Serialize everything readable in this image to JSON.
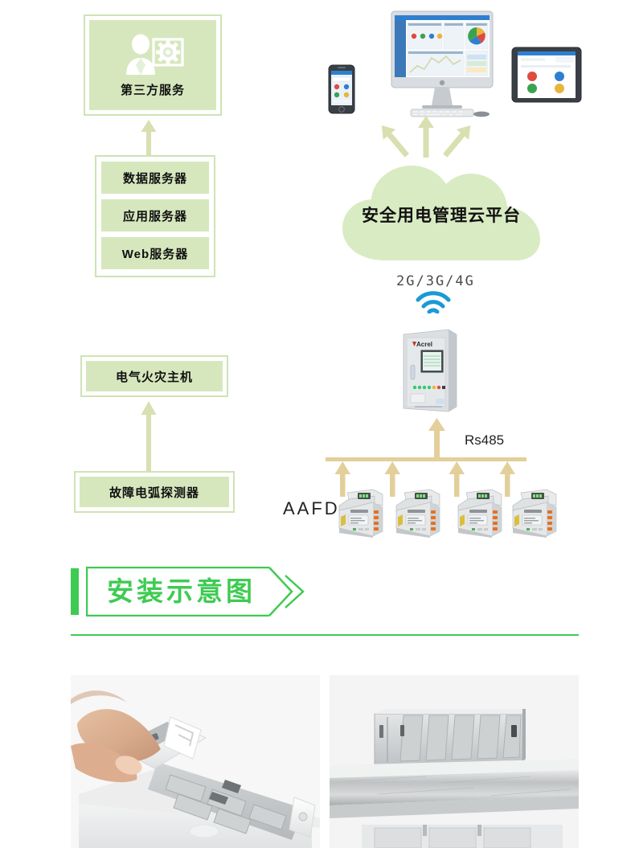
{
  "page": {
    "background": "#ffffff",
    "accent_green": "#3ecb52",
    "box_fill": "#d6e7bd",
    "box_border": "#cfe3b4",
    "arrow_color": "#d9dfb0",
    "bus_color": "#e3cf9a",
    "wifi_color": "#1a9ad6"
  },
  "diagram": {
    "third_party": {
      "label": "第三方服务",
      "icon": "person-with-gear-screen-icon"
    },
    "servers": [
      {
        "label": "数据服务器"
      },
      {
        "label": "应用服务器"
      },
      {
        "label": "Web服务器"
      }
    ],
    "fire_host": {
      "label": "电气火灾主机"
    },
    "arc_detector": {
      "label": "故障电弧探测器"
    },
    "cloud": {
      "label": "安全用电管理云平台",
      "icon": "cloud-shape"
    },
    "network": {
      "label": "2G/3G/4G",
      "icon": "wifi-icon"
    },
    "bus": {
      "label": "Rs485"
    },
    "devices_label": "AAFD",
    "device_count": 4,
    "cabinet": {
      "brand": "Acrel",
      "icon": "control-cabinet-icon"
    },
    "terminals": [
      {
        "icon": "smartphone-icon",
        "name": "smartphone"
      },
      {
        "icon": "desktop-monitor-icon",
        "name": "desktop-imac"
      },
      {
        "icon": "tablet-icon",
        "name": "tablet"
      }
    ]
  },
  "section": {
    "title": "安装示意图",
    "bar_color": "#3ecb52"
  },
  "photos": [
    {
      "name": "photo-hand-installing-module",
      "caption": ""
    },
    {
      "name": "photo-din-rail-mounted-module",
      "caption": ""
    }
  ]
}
